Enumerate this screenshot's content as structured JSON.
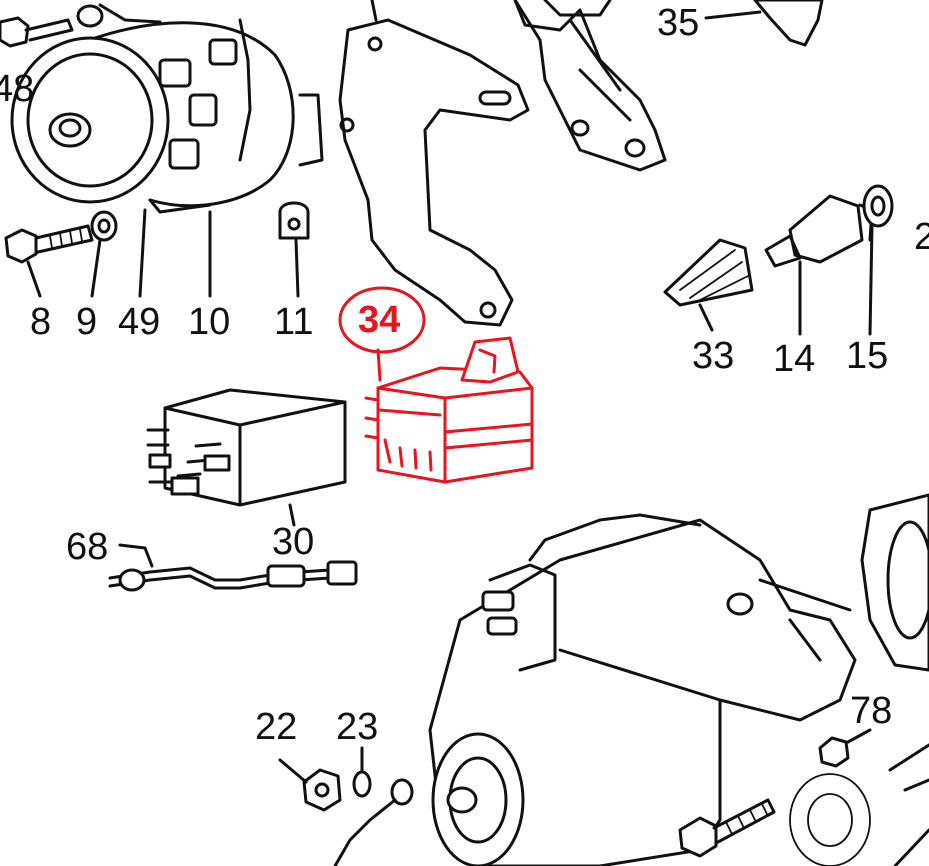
{
  "diagram": {
    "highlight_color": "#e8141e",
    "line_color": "#111111",
    "callouts": [
      {
        "id": "c48",
        "text": "48"
      },
      {
        "id": "c35",
        "text": "35"
      },
      {
        "id": "c2",
        "text": "2"
      },
      {
        "id": "c8",
        "text": "8"
      },
      {
        "id": "c9",
        "text": "9"
      },
      {
        "id": "c49",
        "text": "49"
      },
      {
        "id": "c10",
        "text": "10"
      },
      {
        "id": "c11",
        "text": "11"
      },
      {
        "id": "c34",
        "text": "34",
        "highlighted": true
      },
      {
        "id": "c33",
        "text": "33"
      },
      {
        "id": "c14",
        "text": "14"
      },
      {
        "id": "c15",
        "text": "15"
      },
      {
        "id": "c68",
        "text": "68"
      },
      {
        "id": "c30",
        "text": "30"
      },
      {
        "id": "c22",
        "text": "22"
      },
      {
        "id": "c23",
        "text": "23"
      },
      {
        "id": "c78",
        "text": "78"
      }
    ]
  }
}
